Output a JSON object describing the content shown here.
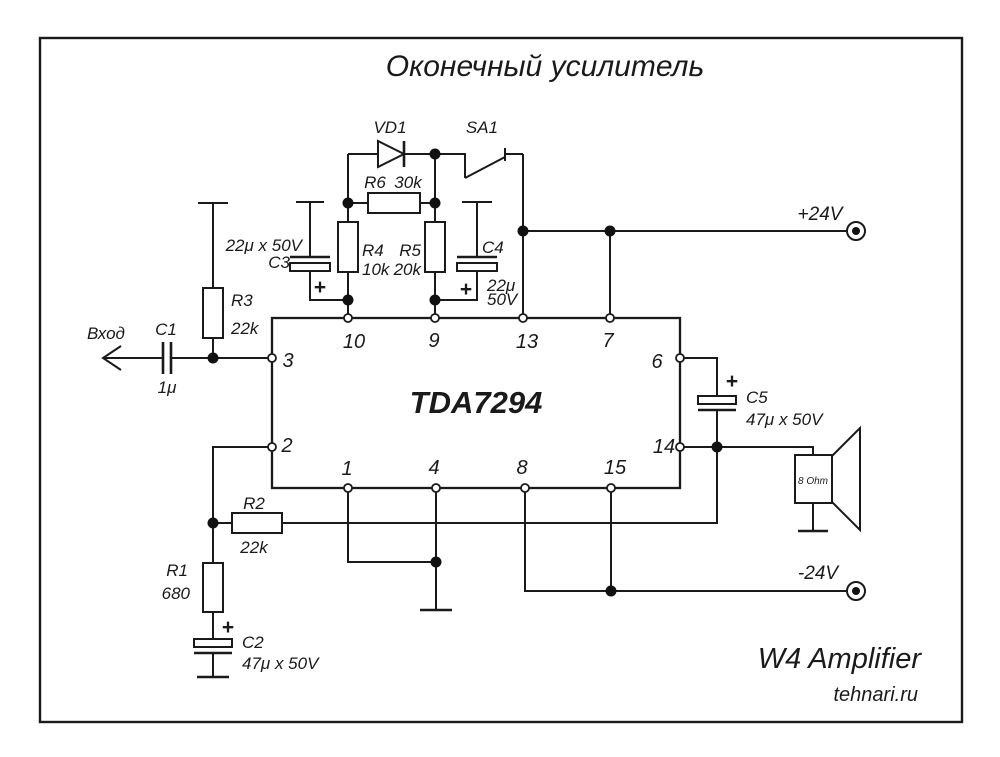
{
  "title": "Оконечный усилитель",
  "ic": {
    "name": "TDA7294",
    "pin_left_top": "3",
    "pin_left_bottom": "2",
    "pins_top": [
      "10",
      "9",
      "13",
      "7"
    ],
    "pin_right_top": "6",
    "pin_right_bottom": "14",
    "pins_bottom": [
      "1",
      "4",
      "8",
      "15"
    ]
  },
  "input": {
    "label": "Вход"
  },
  "components": {
    "c1": {
      "ref": "C1",
      "value": "1μ"
    },
    "r3": {
      "ref": "R3",
      "value": "22k"
    },
    "c3": {
      "ref": "C3",
      "value": "22μ x 50V",
      "polarity": "+"
    },
    "r4": {
      "ref": "R4",
      "value": "10k"
    },
    "r5": {
      "ref": "R5",
      "value": "20k"
    },
    "r6": {
      "ref": "R6",
      "value": "30k"
    },
    "c4": {
      "ref": "C4",
      "value_top": "22μ",
      "value_bottom": "50V",
      "polarity": "+"
    },
    "vd1": {
      "ref": "VD1"
    },
    "sa1": {
      "ref": "SA1"
    },
    "c5": {
      "ref": "C5",
      "value": "47μ x 50V",
      "polarity": "+"
    },
    "r2": {
      "ref": "R2",
      "value": "22k"
    },
    "r1": {
      "ref": "R1",
      "value": "680"
    },
    "c2": {
      "ref": "C2",
      "value": "47μ x 50V",
      "polarity": "+"
    },
    "speaker": {
      "impedance": "8 Ohm"
    }
  },
  "power": {
    "positive_rail": "+24V",
    "negative_rail": "-24V"
  },
  "footer": {
    "name": "W4 Amplifier",
    "site": "tehnari.ru"
  },
  "colors": {
    "ink": "#1a1a1a",
    "background": "#ffffff"
  }
}
